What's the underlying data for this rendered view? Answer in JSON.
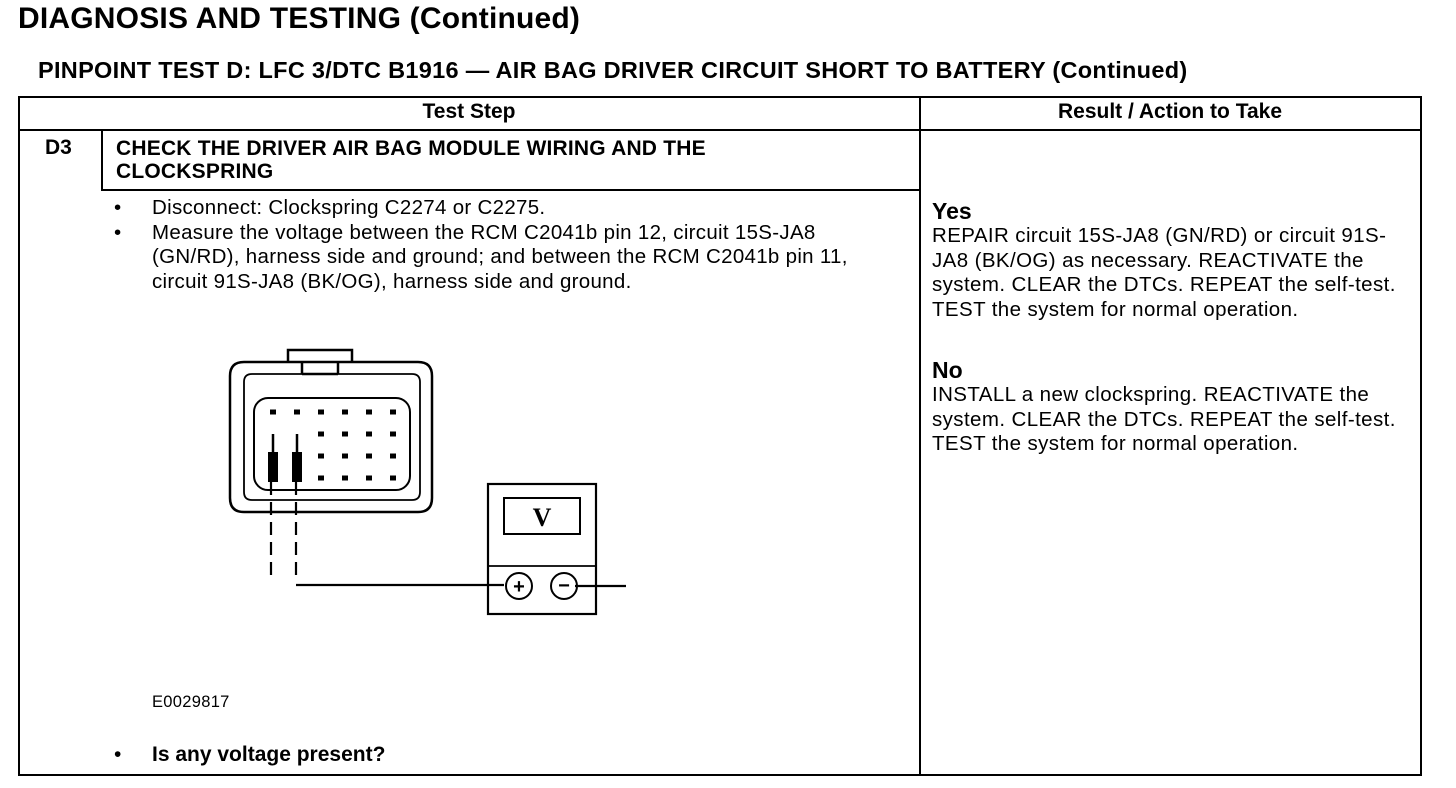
{
  "page": {
    "title": "DIAGNOSIS AND TESTING (Continued)",
    "test_title": "PINPOINT TEST  D: LFC 3/DTC B1916 — AIR BAG DRIVER CIRCUIT SHORT TO BATTERY (Continued)"
  },
  "table": {
    "col_test_step": "Test Step",
    "col_result": "Result / Action to Take",
    "step": {
      "id": "D3",
      "heading_line1": "CHECK THE DRIVER AIR BAG MODULE WIRING AND THE",
      "heading_line2": "CLOCKSPRING",
      "bullets": [
        "Disconnect: Clockspring C2274 or C2275.",
        "Measure the voltage between the RCM C2041b pin 12, circuit 15S-JA8 (GN/RD), harness side and ground; and between the RCM C2041b pin 11, circuit 91S-JA8 (BK/OG), harness side and ground."
      ],
      "figure_id": "E0029817",
      "meter_label": "V",
      "meter_plus": "+",
      "meter_minus": "−",
      "question": "Is any voltage present?"
    },
    "results": {
      "yes_label": "Yes",
      "yes_text": "REPAIR circuit 15S-JA8 (GN/RD) or circuit 91S-JA8 (BK/OG) as necessary. REACTIVATE the system. CLEAR the DTCs. REPEAT the self-test. TEST the system for normal operation.",
      "no_label": "No",
      "no_text": "INSTALL a new clockspring. REACTIVATE the system.  CLEAR the DTCs. REPEAT the self-test. TEST the system for normal operation."
    }
  }
}
